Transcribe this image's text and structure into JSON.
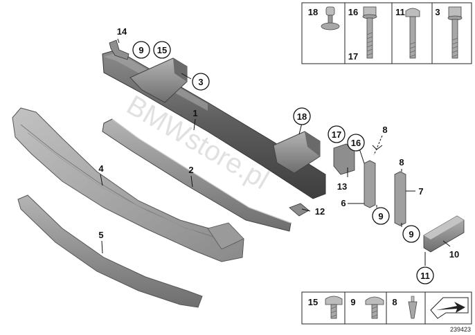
{
  "diagram": {
    "reference_number": "239423",
    "watermark": "BMWstore.pl",
    "colors": {
      "part_dark": "#5a5a5a",
      "part_mid": "#8a8a8a",
      "part_light": "#a9a9a9",
      "line": "#111111",
      "box": "#222222"
    },
    "callouts": [
      {
        "id": "c1",
        "label": "1",
        "circled": false
      },
      {
        "id": "c2",
        "label": "2",
        "circled": false
      },
      {
        "id": "c3",
        "label": "3",
        "circled": true
      },
      {
        "id": "c4",
        "label": "4",
        "circled": false
      },
      {
        "id": "c5",
        "label": "5",
        "circled": false
      },
      {
        "id": "c6",
        "label": "6",
        "circled": false
      },
      {
        "id": "c7",
        "label": "7",
        "circled": false
      },
      {
        "id": "c8a",
        "label": "8",
        "circled": false
      },
      {
        "id": "c8b",
        "label": "8",
        "circled": false
      },
      {
        "id": "c9a",
        "label": "9",
        "circled": true
      },
      {
        "id": "c9b",
        "label": "9",
        "circled": true
      },
      {
        "id": "c9c",
        "label": "9",
        "circled": true
      },
      {
        "id": "c10",
        "label": "10",
        "circled": false
      },
      {
        "id": "c11",
        "label": "11",
        "circled": true
      },
      {
        "id": "c12",
        "label": "12",
        "circled": false
      },
      {
        "id": "c13",
        "label": "13",
        "circled": false
      },
      {
        "id": "c14",
        "label": "14",
        "circled": false
      },
      {
        "id": "c15",
        "label": "15",
        "circled": true
      },
      {
        "id": "c16",
        "label": "16",
        "circled": true
      },
      {
        "id": "c17",
        "label": "17",
        "circled": true
      },
      {
        "id": "c18",
        "label": "18",
        "circled": true
      }
    ],
    "fastener_box_top": [
      "18",
      "16",
      "17",
      "11",
      "3"
    ],
    "fastener_box_bottom": [
      "15",
      "9",
      "8"
    ]
  }
}
